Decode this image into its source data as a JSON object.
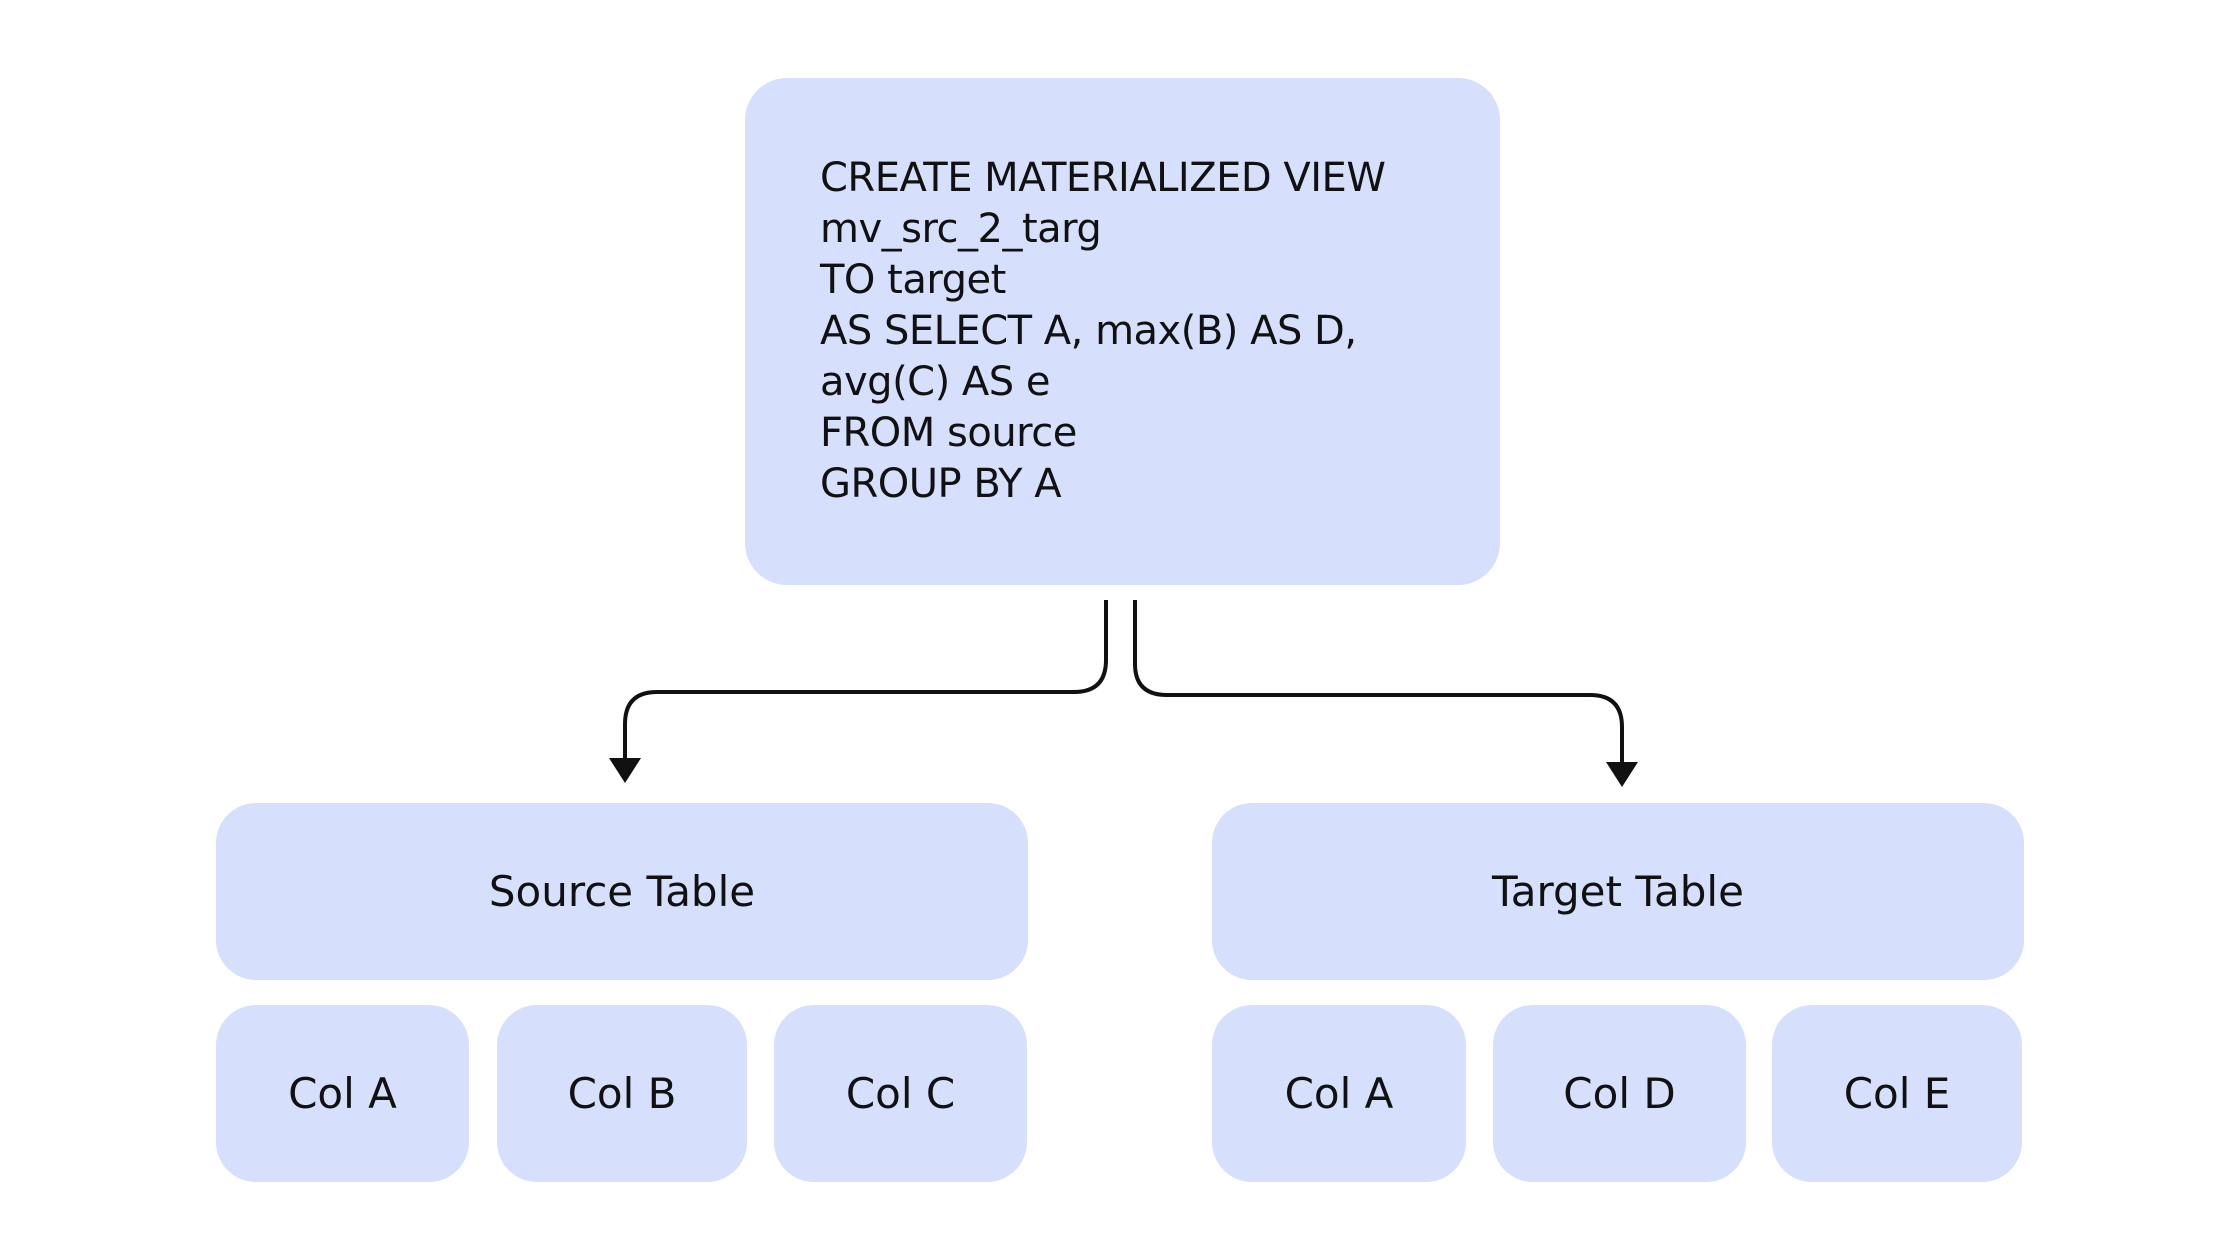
{
  "sql": {
    "lines": [
      "CREATE MATERIALIZED VIEW",
      "mv_src_2_targ",
      "TO target",
      "AS SELECT A, max(B) AS D,",
      "avg(C) AS e",
      "FROM source",
      "GROUP BY A"
    ]
  },
  "source": {
    "title": "Source Table",
    "columns": [
      "Col A",
      "Col B",
      "Col C"
    ]
  },
  "target": {
    "title": "Target Table",
    "columns": [
      "Col A",
      "Col D",
      "Col E"
    ]
  },
  "colors": {
    "box_fill": "#d6e0fd",
    "line": "#111111",
    "background": "#ffffff"
  }
}
